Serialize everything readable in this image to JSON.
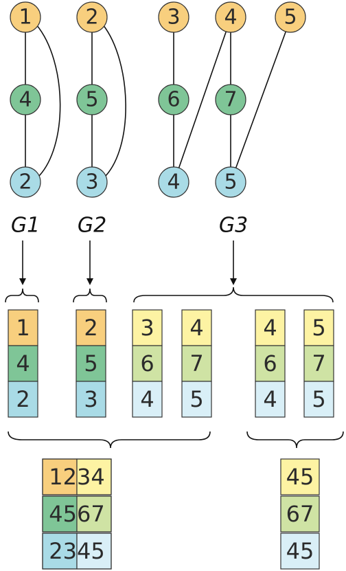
{
  "colors": {
    "orange": "#f8cf7e",
    "green": "#7fc597",
    "blue": "#a9dbe6",
    "light_yellow": "#fdf3a3",
    "light_green": "#cfe3a4",
    "light_blue": "#d9eff7"
  },
  "graphs": {
    "top_row": [
      "1",
      "2",
      "3",
      "4",
      "5"
    ],
    "middle_row": [
      "4",
      "5",
      "6",
      "7"
    ],
    "bottom_row": [
      "2",
      "3",
      "4",
      "5"
    ]
  },
  "group_labels": [
    "G1",
    "G2",
    "G3"
  ],
  "blocks": {
    "g1": [
      "1",
      "4",
      "2"
    ],
    "g2": [
      "2",
      "5",
      "3"
    ],
    "g3_a": [
      "3",
      "6",
      "4"
    ],
    "g3_b": [
      "4",
      "7",
      "5"
    ],
    "g3_c": [
      "4",
      "6",
      "4"
    ],
    "g3_d": [
      "5",
      "7",
      "5"
    ]
  },
  "merged": {
    "left": [
      "1234",
      "4567",
      "2345"
    ],
    "right": [
      "45",
      "67",
      "45"
    ]
  }
}
